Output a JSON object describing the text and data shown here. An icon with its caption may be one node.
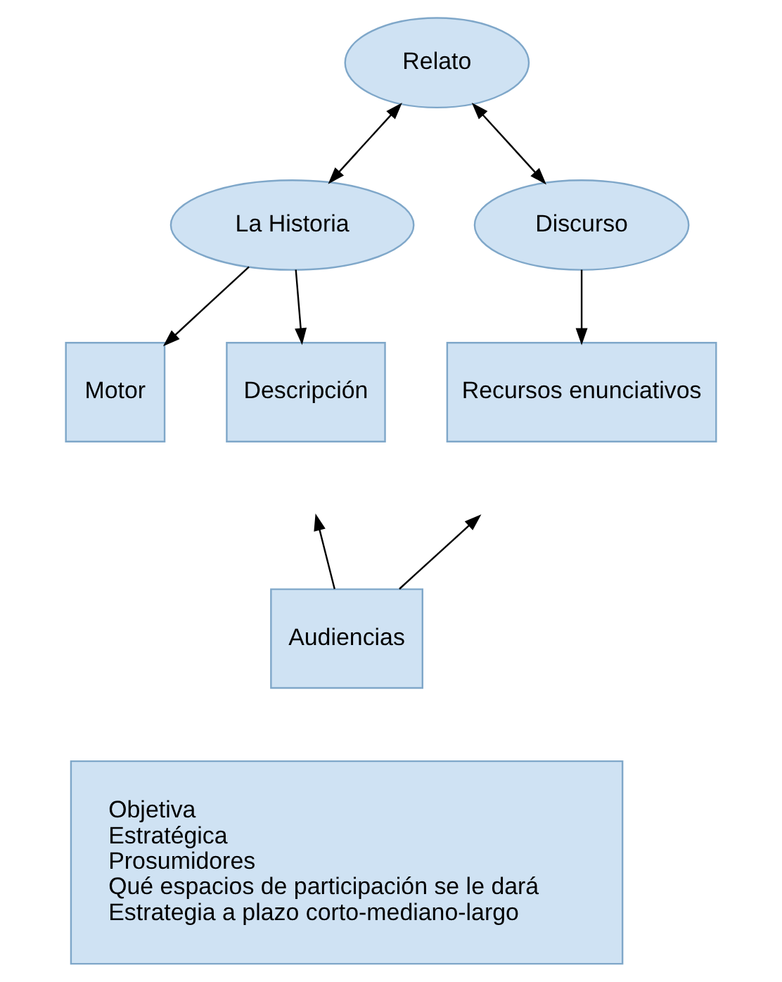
{
  "diagram": {
    "nodes": [
      {
        "text": [
          "Relato"
        ]
      },
      {
        "text": [
          "La Historia"
        ]
      },
      {
        "text": [
          "Discurso"
        ]
      },
      {
        "text": [
          "Motor"
        ]
      },
      {
        "text": [
          "Descripción"
        ]
      },
      {
        "text": [
          "Recursos enunciativos"
        ]
      },
      {
        "text": [
          "Audiencias"
        ]
      },
      {
        "text": [
          "Objetiva",
          "Estratégica",
          "Prosumidores",
          "Qué espacios de participación se le dará",
          "Estrategia a plazo corto-mediano-largo"
        ]
      }
    ],
    "edges": [
      {
        "from": 0,
        "to": 1,
        "arrow": "both"
      },
      {
        "from": 0,
        "to": 2,
        "arrow": "both"
      },
      {
        "from": 1,
        "to": 3,
        "arrow": "to"
      },
      {
        "from": 1,
        "to": 4,
        "arrow": "to"
      },
      {
        "from": 2,
        "to": 5,
        "arrow": "to"
      },
      {
        "from": 6,
        "to": null,
        "arrow": "to"
      },
      {
        "from": 6,
        "to": null,
        "arrow": "to"
      }
    ]
  }
}
